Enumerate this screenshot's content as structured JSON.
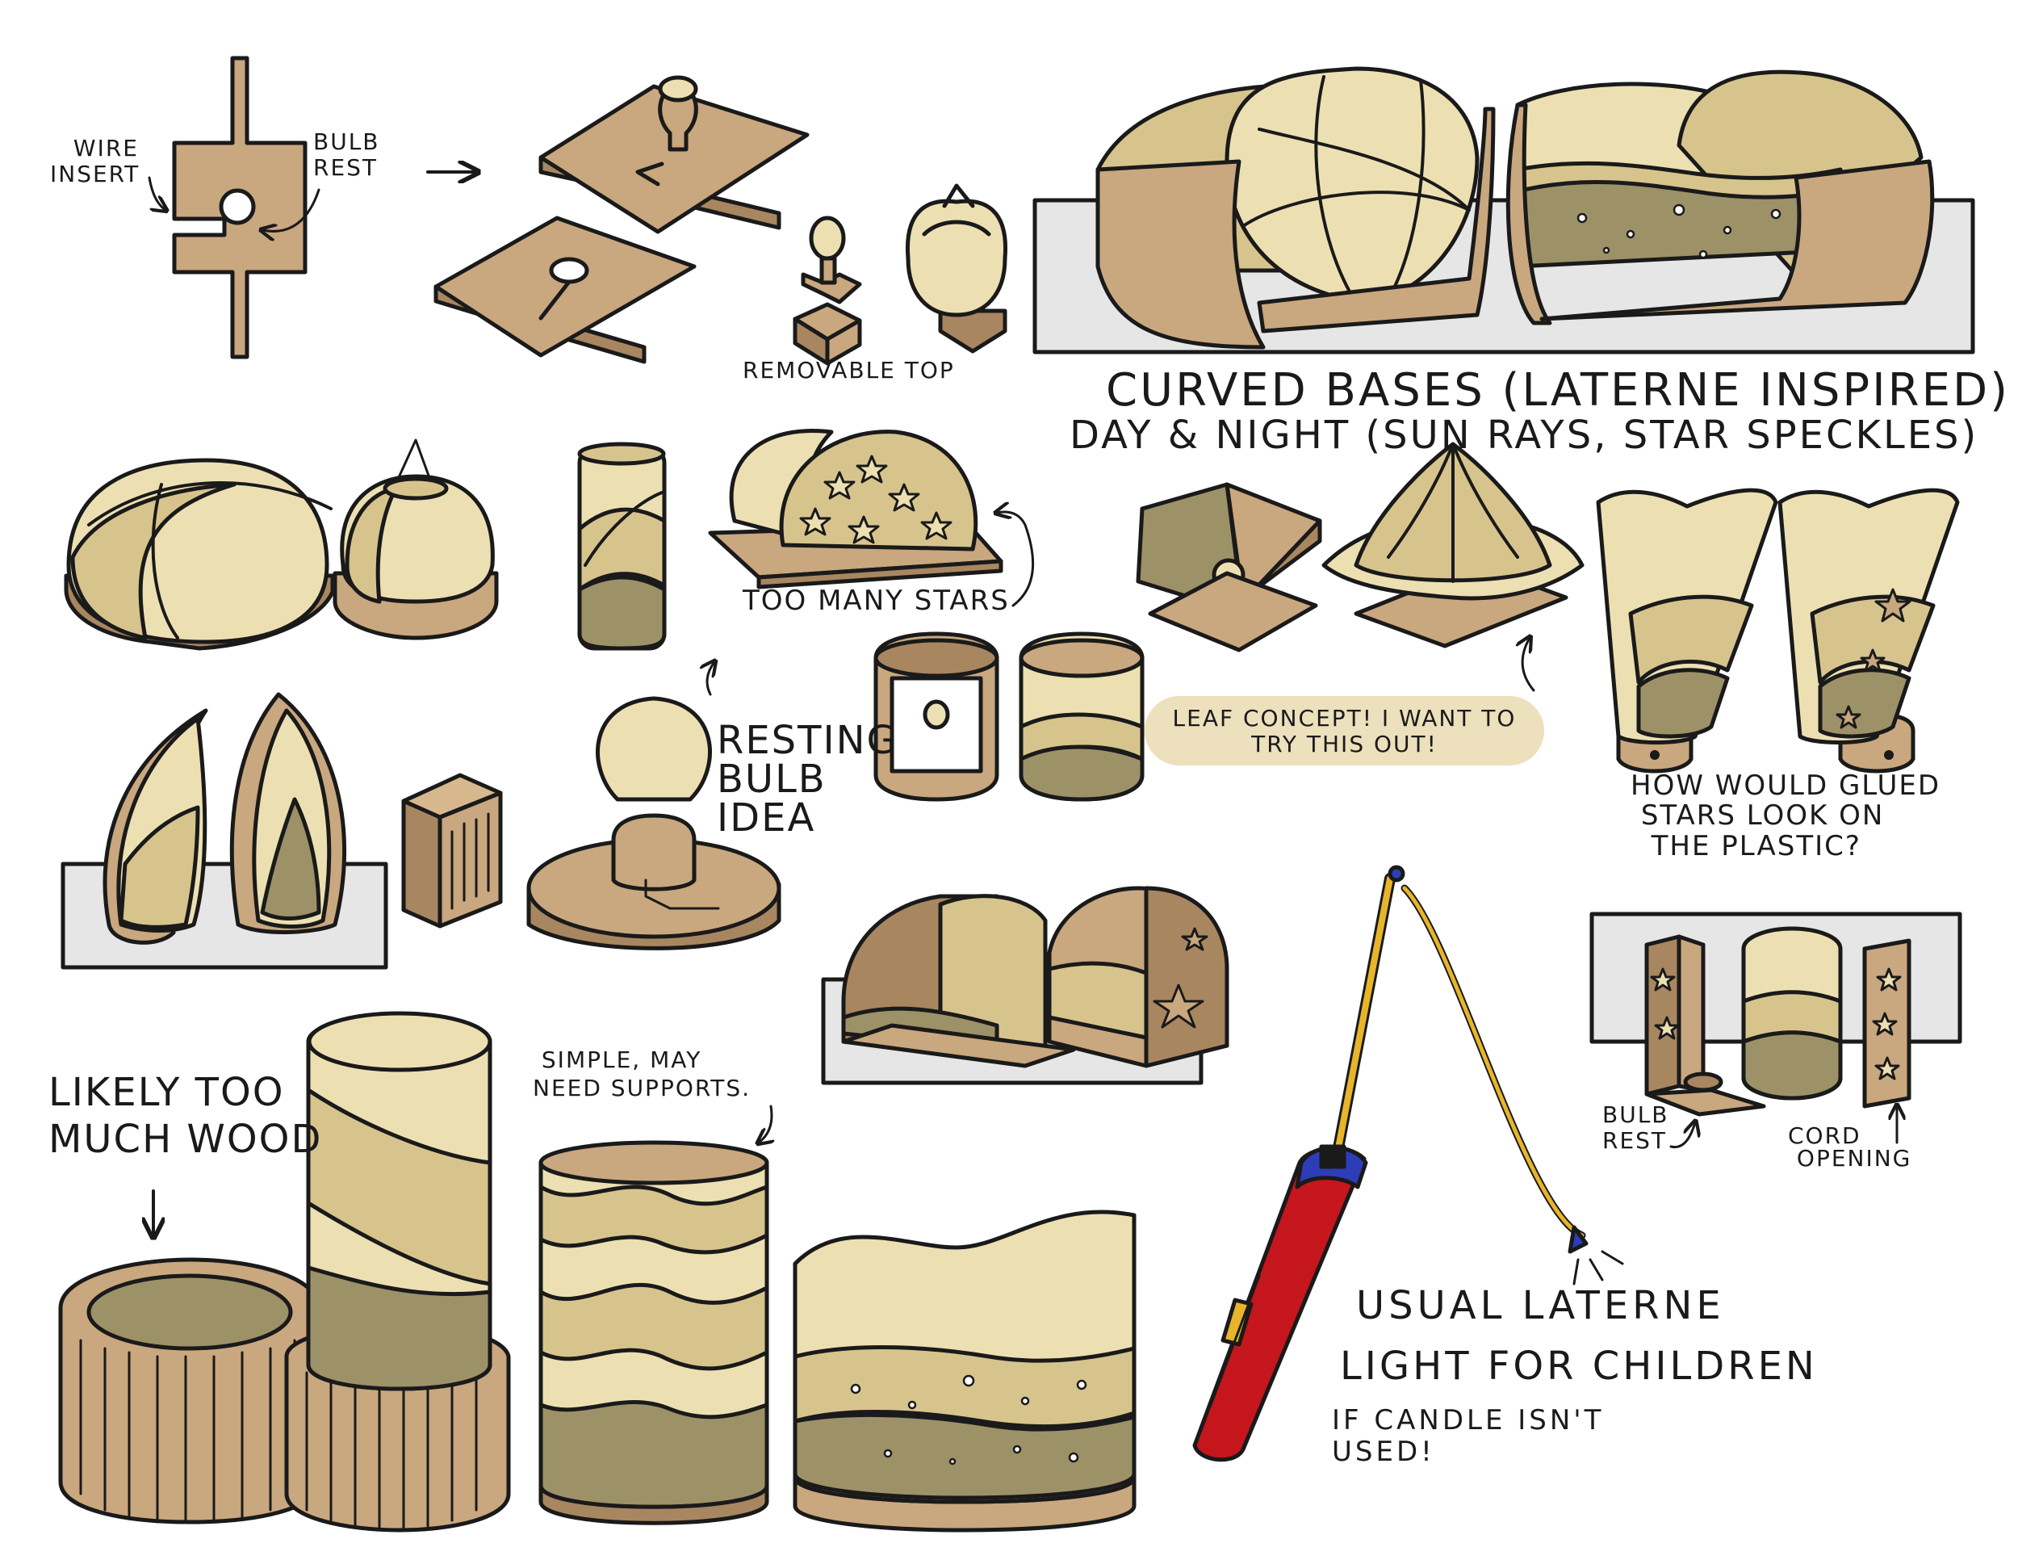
{
  "colors": {
    "ink": "#1a1a1a",
    "wood": "#c9a77f",
    "wood_dark": "#a88660",
    "paper": "#ece0b3",
    "paper_mid": "#d7c48d",
    "paper_dark": "#9d9168",
    "panel": "#e6e6e6",
    "red": "#c4161c",
    "yellow": "#e8b52a",
    "blue": "#2d3db8",
    "pill": "#ece0bd"
  },
  "labels": {
    "wire_insert": [
      "WIRE",
      "INSERT"
    ],
    "bulb_rest_top": [
      "BULB",
      "REST"
    ],
    "removable_top": "REMOVABLE TOP",
    "curved_bases": "CURVED BASES (LATERNE INSPIRED)",
    "day_night": "DAY & NIGHT (SUN RAYS, STAR SPECKLES)",
    "too_many_stars": "TOO MANY STARS",
    "leaf_concept": [
      "LEAF CONCEPT! I WANT TO",
      "TRY THIS OUT!"
    ],
    "resting_bulb": [
      "RESTING",
      "BULB",
      "IDEA"
    ],
    "glued_stars": [
      "HOW WOULD GLUED",
      "STARS LOOK ON",
      "THE PLASTIC?"
    ],
    "likely_too_much": [
      "LIKELY TOO",
      "MUCH WOOD"
    ],
    "simple_supports": [
      "SIMPLE, MAY",
      "NEED SUPPORTS."
    ],
    "bulb_rest_bottom": [
      "BULB",
      "REST"
    ],
    "cord_opening": [
      "CORD",
      "OPENING"
    ],
    "usual_laterne": "USUAL LATERNE",
    "light_for_children": "LIGHT FOR CHILDREN",
    "if_candle": [
      "IF CANDLE ISN'T",
      "USED!"
    ]
  }
}
